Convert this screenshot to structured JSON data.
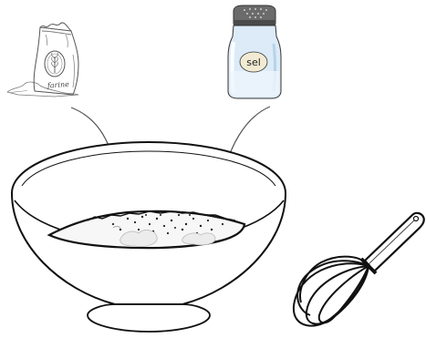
{
  "flour_bag": {
    "label": "farine",
    "icon": "flour-bag-icon"
  },
  "salt_shaker": {
    "label": "sel",
    "icon": "salt-shaker-icon",
    "glass_color": "#dcebf7",
    "cap_color": "#6b6b6b"
  },
  "bowl": {
    "icon": "mixing-bowl-icon"
  },
  "whisk": {
    "icon": "whisk-icon"
  },
  "arrows": {
    "icon": "curved-arrow-icon",
    "count": 2
  }
}
